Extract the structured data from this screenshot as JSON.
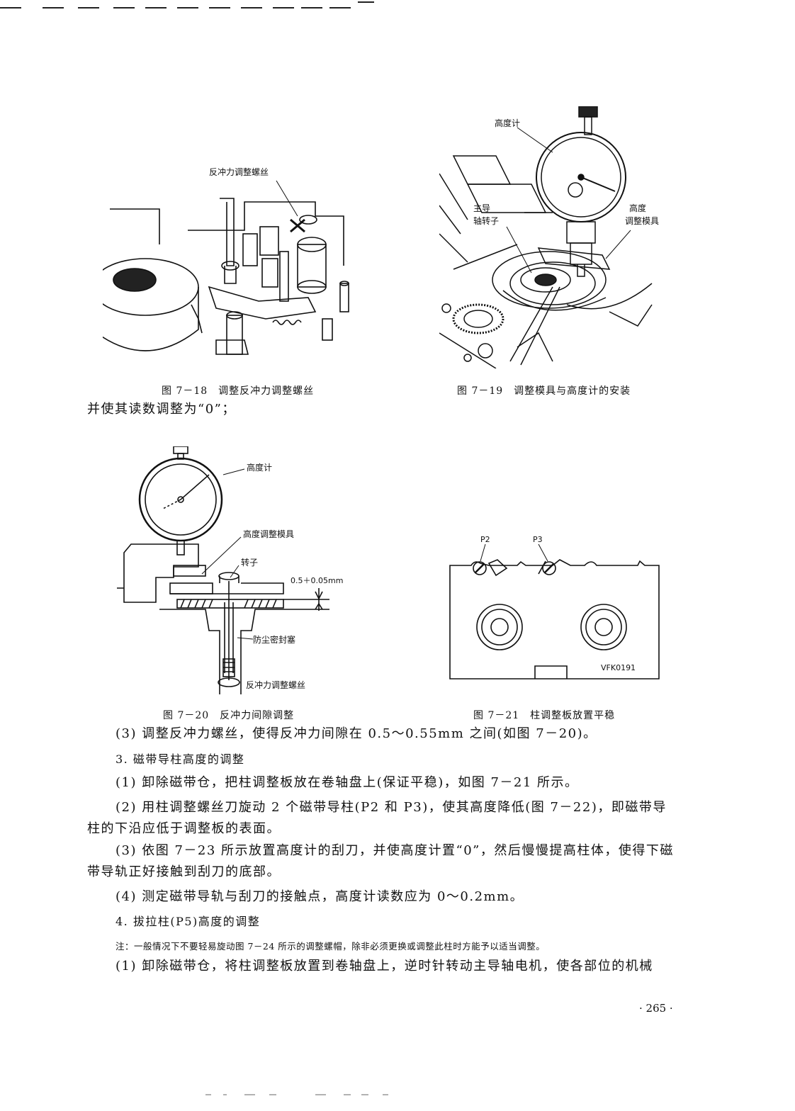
{
  "figures": {
    "fig18": {
      "caption": "图 7－18　调整反冲力调整螺丝",
      "label_screw": "反冲力调整螺丝"
    },
    "fig19": {
      "caption": "图 7－19　调整模具与高度计的安装",
      "label_gauge": "高度计",
      "label_rotor_1": "主导",
      "label_rotor_2": "轴转子",
      "label_jig_1": "高度",
      "label_jig_2": "调整模具"
    },
    "fig20": {
      "caption": "图 7－20　反冲力间隙调整",
      "label_gauge": "高度计",
      "label_jig": "高度调整模具",
      "label_rotor": "转子",
      "label_gap": "0.5＋0.05mm",
      "label_seal": "防尘密封塞",
      "label_screw": "反冲力调整螺丝"
    },
    "fig21": {
      "caption": "图 7－21　柱调整板放置平稳",
      "label_p2": "P2",
      "label_p3": "P3",
      "label_code": "VFK0191"
    }
  },
  "body": {
    "line_continue": "并使其读数调整为“0”；",
    "step3_backlash": "(3) 调整反冲力螺丝，使得反冲力间隙在 0.5～0.55mm 之间(如图 7－20)。",
    "section3_title": "3. 磁带导柱高度的调整",
    "s3_step1": "(1) 卸除磁带仓，把柱调整板放在卷轴盘上(保证平稳)，如图 7－21 所示。",
    "s3_step2_a": "(2) 用柱调整螺丝刀旋动 2 个磁带导柱(P2 和 P3)，使其高度降低(图 7－22)，即磁带导",
    "s3_step2_b": "柱的下沿应低于调整板的表面。",
    "s3_step3_a": "(3) 依图 7－23 所示放置高度计的刮刀，并使高度计置“0”，然后慢慢提高柱体，使得下磁",
    "s3_step3_b": "带导轨正好接触到刮刀的底部。",
    "s3_step4": "(4) 测定磁带导轨与刮刀的接触点，高度计读数应为 0～0.2mm。",
    "section4_title": "4. 拔拉柱(P5)高度的调整",
    "note": "注：一般情况下不要轻易旋动图 7－24 所示的调整螺帽，除非必须更换或调整此柱时方能予以适当调整。",
    "s4_step1": "(1) 卸除磁带仓，将柱调整板放置到卷轴盘上，逆时针转动主导轴电机，使各部位的机械"
  },
  "page_number": "· 265 ·"
}
